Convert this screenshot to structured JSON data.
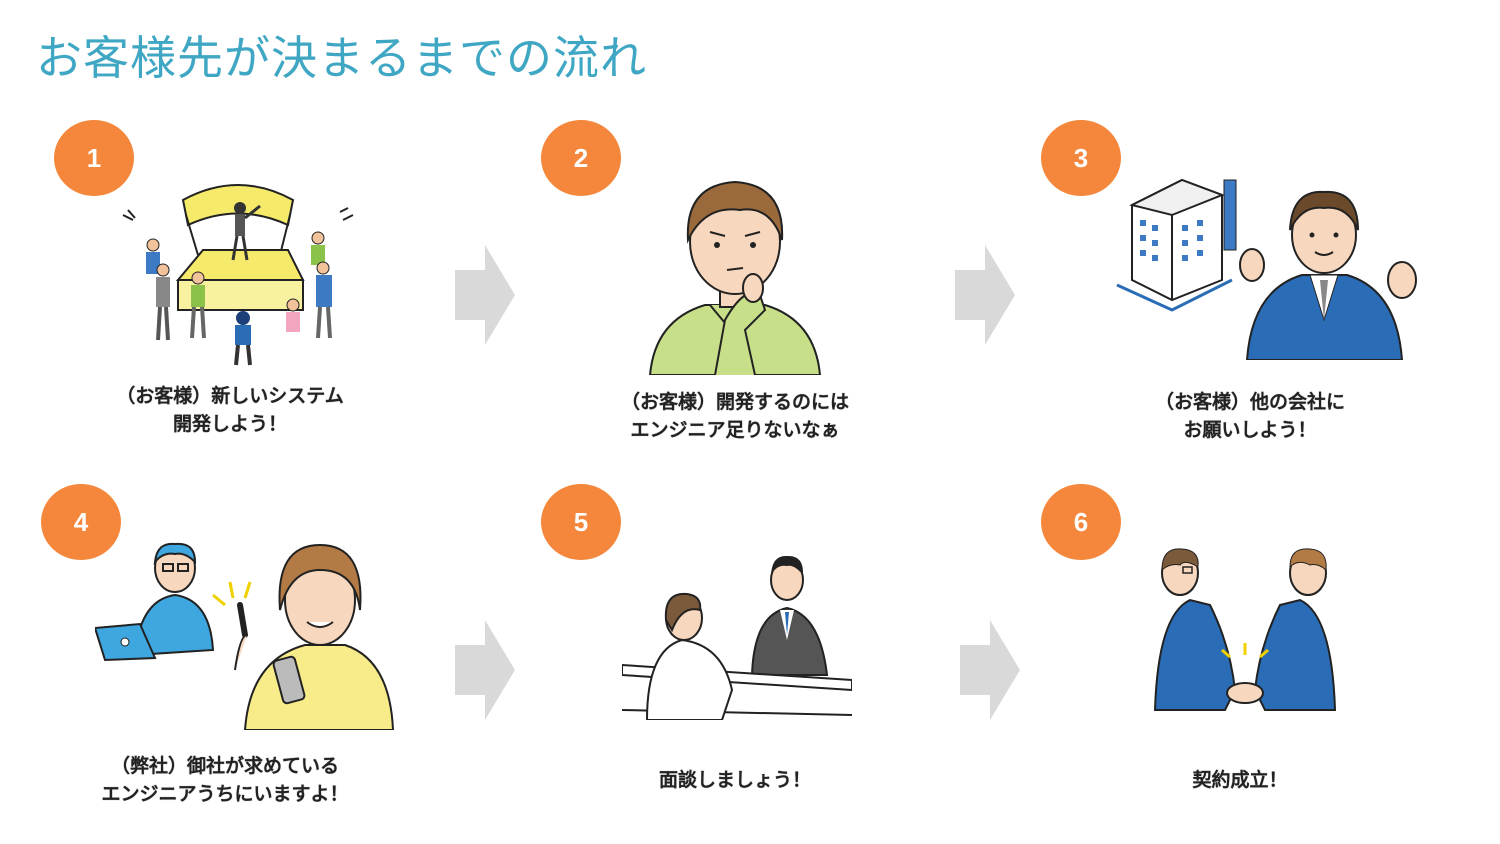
{
  "title": "お客様先が決まるまでの流れ",
  "steps": [
    {
      "number": "1",
      "caption_line1": "（お客様）新しいシステム",
      "caption_line2": "開発しよう！"
    },
    {
      "number": "2",
      "caption_line1": "（お客様）開発するのには",
      "caption_line2": "エンジニア足りないなぁ"
    },
    {
      "number": "3",
      "caption_line1": "（お客様）他の会社に",
      "caption_line2": "お願いしよう！"
    },
    {
      "number": "4",
      "caption_line1": "（弊社）御社が求めている",
      "caption_line2": "エンジニアうちにいますよ！"
    },
    {
      "number": "5",
      "caption_line1": "面談しましょう！",
      "caption_line2": ""
    },
    {
      "number": "6",
      "caption_line1": "契約成立！",
      "caption_line2": ""
    }
  ],
  "colors": {
    "title": "#3fa7c4",
    "badge": "#f4873b",
    "arrow": "#d9d9d9",
    "suit_blue": "#2b6cb7",
    "shirt_green": "#c8df8a",
    "stage_yellow": "#f5ea6a"
  },
  "icons": [
    "chevron-right-arrow-icon"
  ]
}
